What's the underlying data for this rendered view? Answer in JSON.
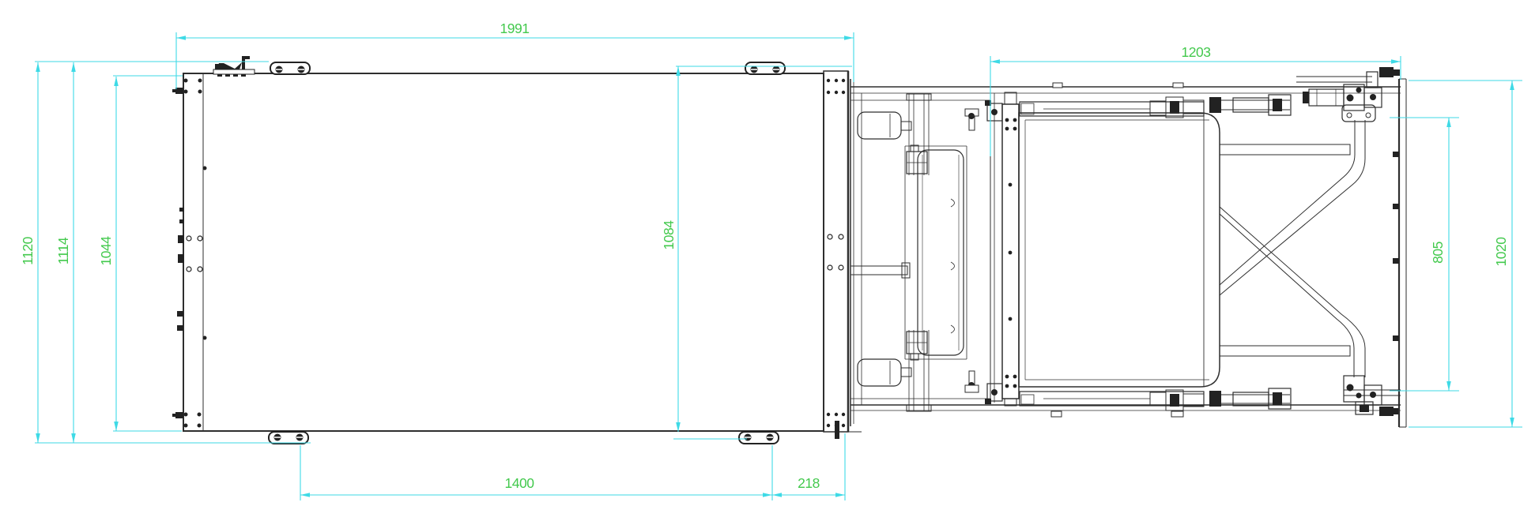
{
  "drawing": {
    "title": "cad-top-view-technical-drawing",
    "units": "mm",
    "colors": {
      "background": "#ffffff",
      "line": "#2e2e2e",
      "dimension_line": "#3edae6",
      "dimension_text": "#43c94d"
    },
    "dimensions": {
      "top_width": "1991",
      "right_assembly_width": "1203",
      "left_overall_height": "1120",
      "left_outer_height": "1114",
      "left_inner_height": "1044",
      "mid_height": "1084",
      "table_height": "805",
      "right_plate_height": "1020",
      "bottom_body_width": "1400",
      "bottom_flange_width": "218"
    }
  }
}
